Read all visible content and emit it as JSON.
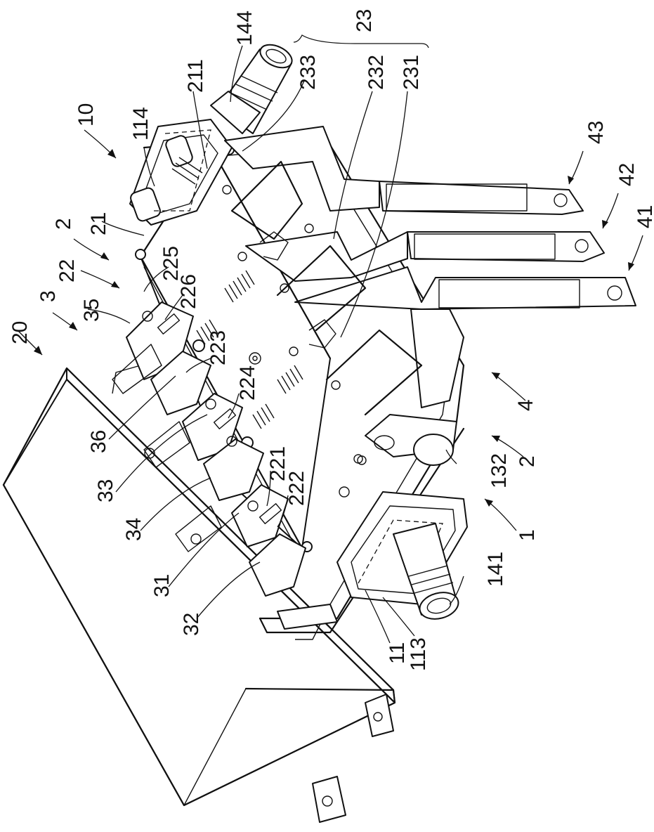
{
  "labels": [
    {
      "key": "20",
      "text": "20"
    },
    {
      "key": "3",
      "text": "3"
    },
    {
      "key": "35",
      "text": "35"
    },
    {
      "key": "22",
      "text": "22"
    },
    {
      "key": "2a",
      "text": "2"
    },
    {
      "key": "21",
      "text": "21"
    },
    {
      "key": "10",
      "text": "10"
    },
    {
      "key": "114",
      "text": "114"
    },
    {
      "key": "211",
      "text": "211"
    },
    {
      "key": "144",
      "text": "144"
    },
    {
      "key": "233",
      "text": "233"
    },
    {
      "key": "23",
      "text": "23"
    },
    {
      "key": "232",
      "text": "232"
    },
    {
      "key": "231",
      "text": "231"
    },
    {
      "key": "43",
      "text": "43"
    },
    {
      "key": "42",
      "text": "42"
    },
    {
      "key": "41",
      "text": "41"
    },
    {
      "key": "225",
      "text": "225"
    },
    {
      "key": "226",
      "text": "226"
    },
    {
      "key": "223",
      "text": "223"
    },
    {
      "key": "36",
      "text": "36"
    },
    {
      "key": "224",
      "text": "224"
    },
    {
      "key": "33",
      "text": "33"
    },
    {
      "key": "221",
      "text": "221"
    },
    {
      "key": "34",
      "text": "34"
    },
    {
      "key": "222",
      "text": "222"
    },
    {
      "key": "31",
      "text": "31"
    },
    {
      "key": "32",
      "text": "32"
    },
    {
      "key": "11",
      "text": "11"
    },
    {
      "key": "113",
      "text": "113"
    },
    {
      "key": "141",
      "text": "141"
    },
    {
      "key": "1",
      "text": "1"
    },
    {
      "key": "132",
      "text": "132"
    },
    {
      "key": "2b",
      "text": "2"
    },
    {
      "key": "4",
      "text": "4"
    }
  ]
}
